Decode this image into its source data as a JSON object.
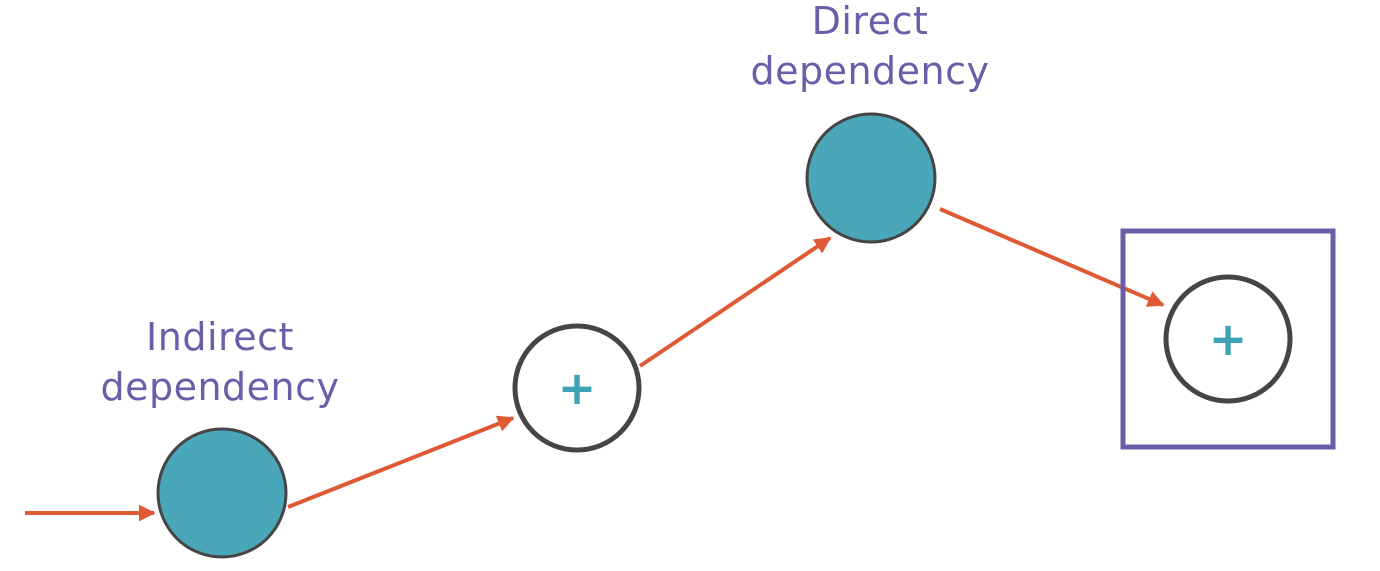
{
  "labels": {
    "indirect": {
      "line1": "Indirect",
      "line2": "dependency"
    },
    "direct": {
      "line1": "Direct",
      "line2": "dependency"
    }
  },
  "nodes": {
    "plus_symbol": "+"
  },
  "colors": {
    "label": "#6b5ea8",
    "arrow": "#de5a35",
    "filled_node": "#4aa6b9",
    "node_outline": "#454545",
    "plus": "#3fa3b8",
    "highlight_box": "#6b5ea8",
    "background": "#ffffff"
  }
}
